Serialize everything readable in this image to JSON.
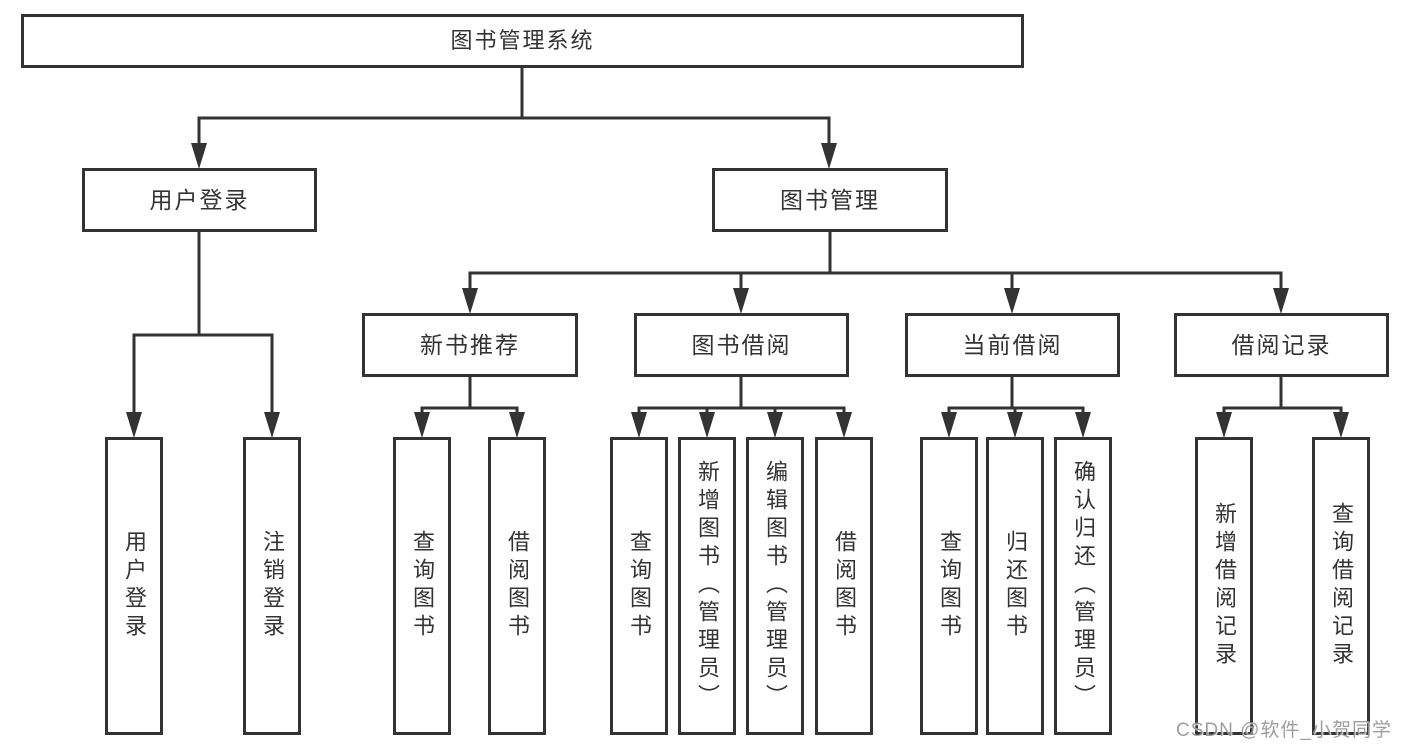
{
  "diagram": {
    "root": {
      "label": "图书管理系统",
      "children": [
        {
          "label": "用户登录",
          "children": [
            {
              "label": "用户登录"
            },
            {
              "label": "注销登录"
            }
          ]
        },
        {
          "label": "图书管理",
          "children": [
            {
              "label": "新书推荐",
              "children": [
                {
                  "label": "查询图书"
                },
                {
                  "label": "借阅图书"
                }
              ]
            },
            {
              "label": "图书借阅",
              "children": [
                {
                  "label": "查询图书"
                },
                {
                  "label": "新增图书（管理员）"
                },
                {
                  "label": "编辑图书（管理员）"
                },
                {
                  "label": "借阅图书"
                }
              ]
            },
            {
              "label": "当前借阅",
              "children": [
                {
                  "label": "查询图书"
                },
                {
                  "label": "归还图书"
                },
                {
                  "label": "确认归还（管理员）"
                }
              ]
            },
            {
              "label": "借阅记录",
              "children": [
                {
                  "label": "新增借阅记录"
                },
                {
                  "label": "查询借阅记录"
                }
              ]
            }
          ]
        }
      ]
    }
  },
  "watermark": {
    "text": "CSDN @软件_小贺同学"
  },
  "colors": {
    "line": "#333333",
    "box_border": "#333333",
    "text": "#333333",
    "background": "#ffffff",
    "watermark": "#949494"
  }
}
